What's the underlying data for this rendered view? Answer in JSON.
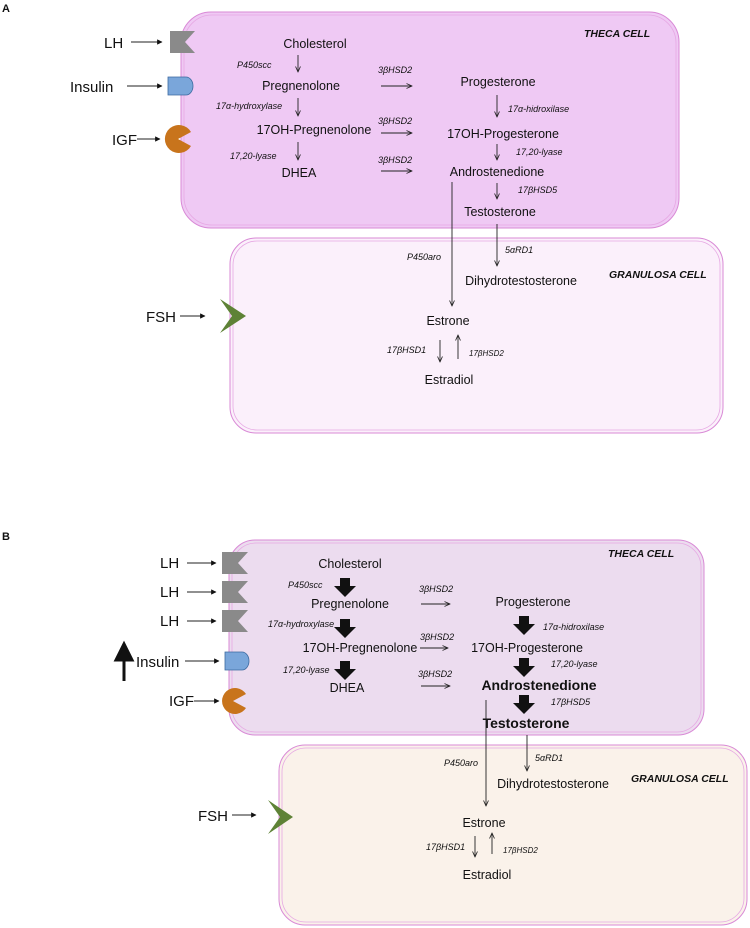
{
  "panels": {
    "a": {
      "letter": "A",
      "theca_title": "THECA CELL",
      "granulosa_title": "GRANULOSA CELL",
      "signals": [
        "LH",
        "Insulin",
        "IGF",
        "FSH"
      ],
      "left": {
        "cholesterol": "Cholesterol",
        "p450scc": "P450scc",
        "pregnenolone": "Pregnenolone",
        "hydroxylase": "17α-hydroxylase",
        "oh_pregnenolone": "17OH-Pregnenolone",
        "lyase": "17,20-lyase",
        "dhea": "DHEA"
      },
      "mid": [
        "3βHSD2",
        "3βHSD2",
        "3βHSD2"
      ],
      "right": {
        "progesterone": "Progesterone",
        "hidroxilase": "17α-hidroxilase",
        "oh_progesterone": "17OH-Progesterone",
        "lyase": "17,20-lyase",
        "androstenedione": "Androstenedione",
        "hsd5": "17βHSD5",
        "testosterone": "Testosterone"
      },
      "granulosa": {
        "p450aro": "P450aro",
        "srd": "5αRD1",
        "dht": "Dihydrotestosterone",
        "estrone": "Estrone",
        "hsd1": "17βHSD1",
        "hsd2": "17βHSD2",
        "estradiol": "Estradiol"
      }
    },
    "b": {
      "letter": "B",
      "theca_title": "THECA CELL",
      "granulosa_title": "GRANULOSA CELL",
      "signals": [
        "LH",
        "LH",
        "LH",
        "Insulin",
        "IGF",
        "FSH"
      ],
      "left": {
        "cholesterol": "Cholesterol",
        "p450scc": "P450scc",
        "pregnenolone": "Pregnenolone",
        "hydroxylase": "17α-hydroxylase",
        "oh_pregnenolone": "17OH-Pregnenolone",
        "lyase": "17,20-lyase",
        "dhea": "DHEA"
      },
      "mid": [
        "3βHSD2",
        "3βHSD2",
        "3βHSD2"
      ],
      "right": {
        "progesterone": "Progesterone",
        "hidroxilase": "17α-hidroxilase",
        "oh_progesterone": "17OH-Progesterone",
        "lyase": "17,20-lyase",
        "androstenedione": "Androstenedione",
        "hsd5": "17βHSD5",
        "testosterone": "Testosterone"
      },
      "granulosa": {
        "p450aro": "P450aro",
        "srd": "5αRD1",
        "dht": "Dihydrotestosterone",
        "estrone": "Estrone",
        "hsd1": "17βHSD1",
        "hsd2": "17βHSD2",
        "estradiol": "Estradiol"
      }
    }
  },
  "colors": {
    "theca_a": "#efc9f4",
    "granulosa_a": "#fbf0fb",
    "theca_b": "#ecdcef",
    "granulosa_b": "#faf2ea",
    "border": "#d98ad6",
    "lh": "#8a8a8a",
    "insulin": "#7aa6da",
    "igf": "#c8741c",
    "fsh": "#5e8236"
  }
}
